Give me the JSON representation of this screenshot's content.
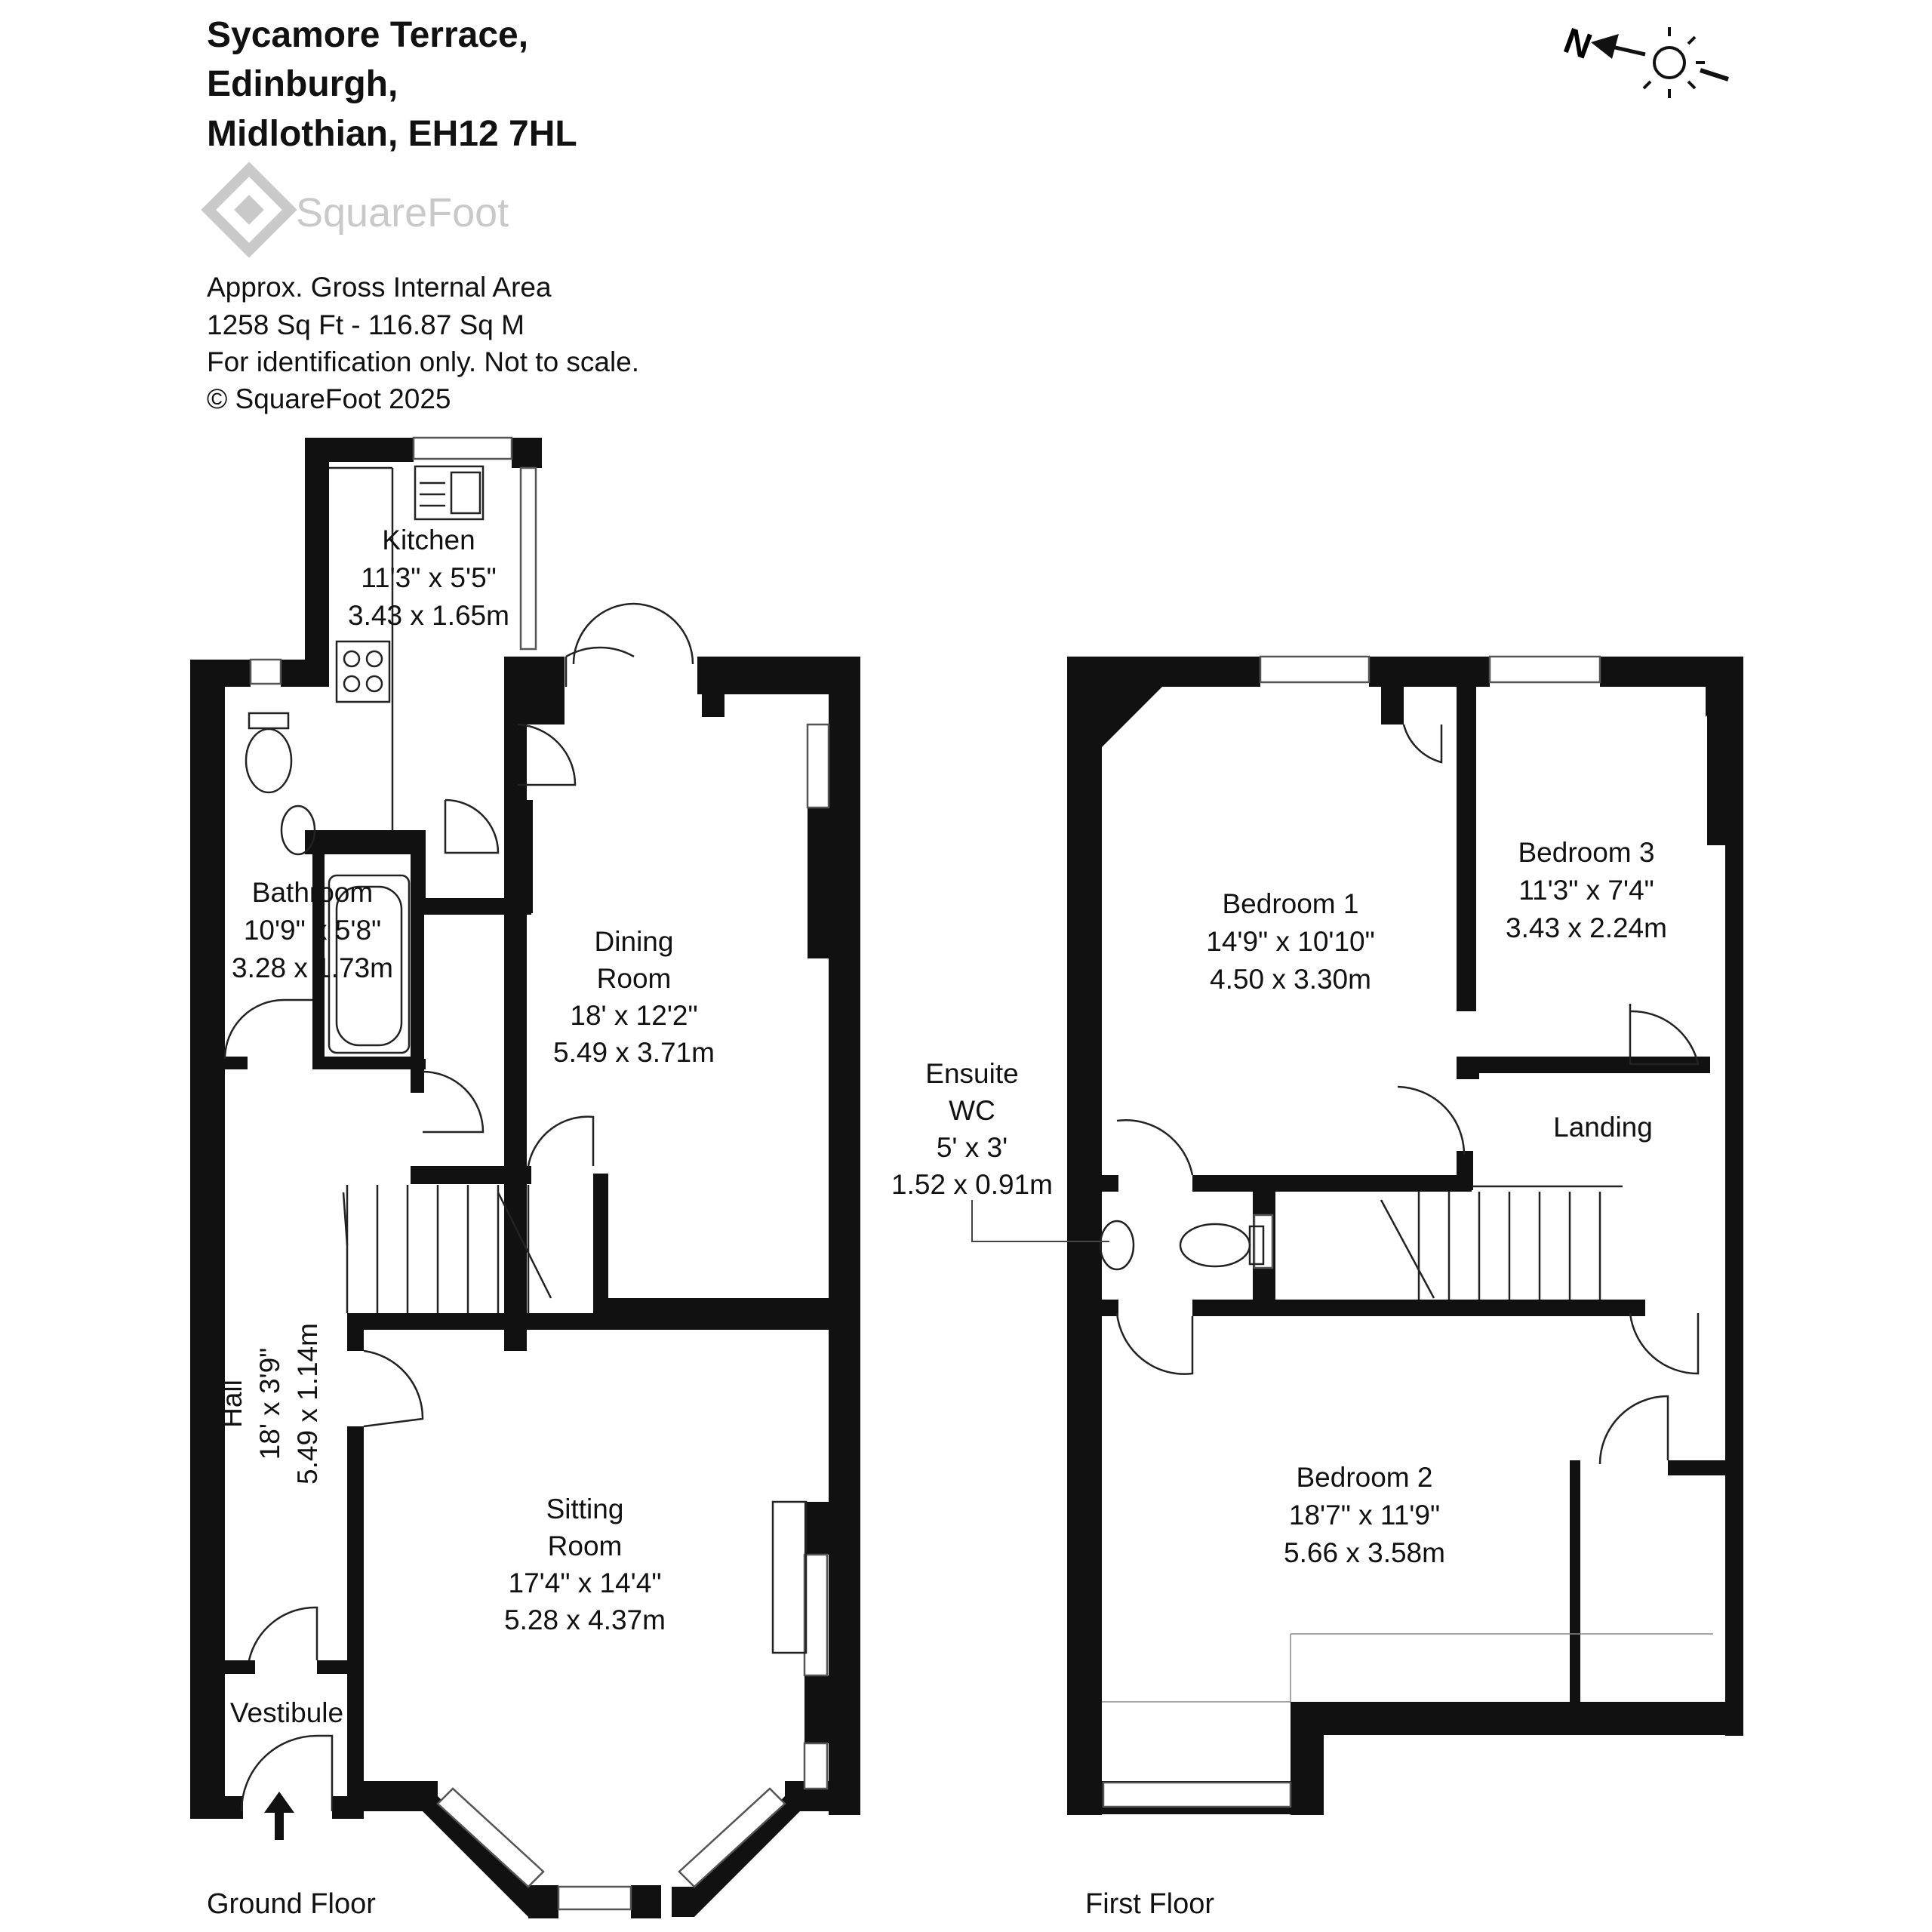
{
  "address": {
    "line1": "Sycamore Terrace,",
    "line2": "Edinburgh,",
    "line3": "Midlothian, EH12 7HL"
  },
  "brand": {
    "name": "SquareFoot"
  },
  "info": {
    "line1": "Approx. Gross Internal Area",
    "line2": "1258 Sq Ft  -  116.87 Sq M",
    "line3": "For identification only. Not to scale.",
    "line4": "© SquareFoot 2025"
  },
  "compass": {
    "north": "N"
  },
  "floors": {
    "ground": "Ground Floor",
    "first": "First Floor"
  },
  "rooms": {
    "kitchen": {
      "name": "Kitchen",
      "imperial": "11'3\" x 5'5\"",
      "metric": "3.43 x 1.65m"
    },
    "bathroom": {
      "name": "Bathroom",
      "imperial": "10'9\" x 5'8\"",
      "metric": "3.28 x 1.73m"
    },
    "dining": {
      "name1": "Dining",
      "name2": "Room",
      "imperial": "18' x 12'2\"",
      "metric": "5.49 x 3.71m"
    },
    "hall": {
      "name": "Hall",
      "imperial": "18' x 3'9\"",
      "metric": "5.49 x 1.14m"
    },
    "sitting": {
      "name1": "Sitting",
      "name2": "Room",
      "imperial": "17'4\" x 14'4\"",
      "metric": "5.28 x 4.37m"
    },
    "vestibule": {
      "name": "Vestibule"
    },
    "bedroom1": {
      "name": "Bedroom 1",
      "imperial": "14'9\" x 10'10\"",
      "metric": "4.50 x 3.30m"
    },
    "bedroom3": {
      "name": "Bedroom 3",
      "imperial": "11'3\" x 7'4\"",
      "metric": "3.43 x 2.24m"
    },
    "ensuite": {
      "name1": "Ensuite",
      "name2": "WC",
      "imperial": "5' x 3'",
      "metric": "1.52 x 0.91m"
    },
    "landing": {
      "name": "Landing"
    },
    "bedroom2": {
      "name": "Bedroom 2",
      "imperial": "18'7\" x 11'9\"",
      "metric": "5.66 x 3.58m"
    }
  }
}
